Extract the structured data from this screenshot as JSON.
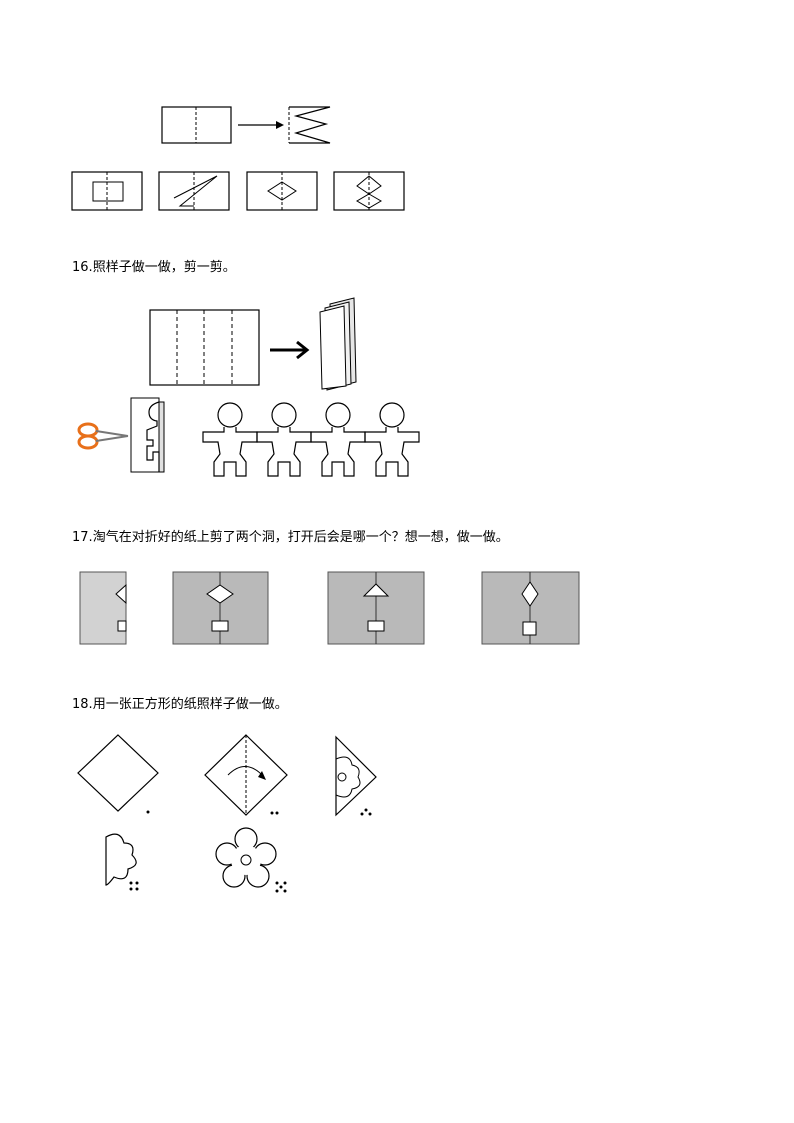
{
  "questions": [
    {
      "number": "16.",
      "text": "照样子做一做，剪一剪。"
    },
    {
      "number": "17.",
      "text": "淘气在对折好的纸上剪了两个洞，打开后会是哪一个？想一想，做一做。"
    },
    {
      "number": "18.",
      "text": "用一张正方形的纸照样子做一做。"
    }
  ],
  "colors": {
    "line": "#000000",
    "paper_gray": "#b9b9b9",
    "paper_light": "#d2d2d2",
    "scissors_handle": "#e8701a"
  }
}
